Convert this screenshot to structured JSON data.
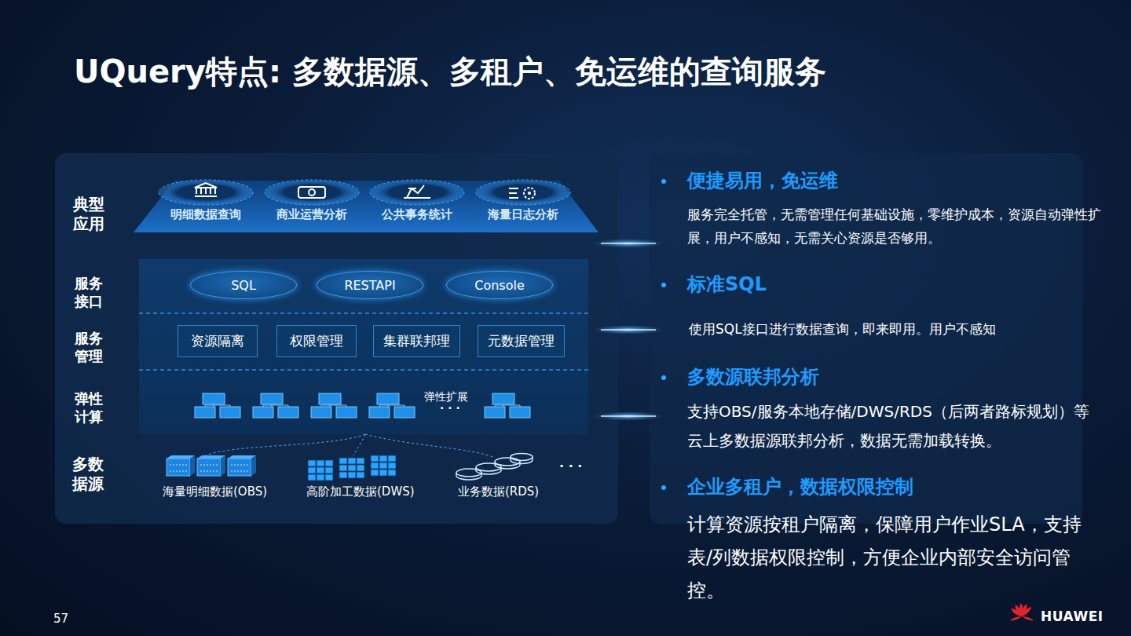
{
  "diagram": {
    "title": "UQuery特点: 多数据源、多租户、免运维的查询服务",
    "nodes": [
      {
        "text": [
          "明细数据查询"
        ]
      },
      {
        "text": [
          "商业运营分析"
        ]
      },
      {
        "text": [
          "公共事务统计"
        ]
      },
      {
        "text": [
          "海量日志分析"
        ]
      },
      {
        "text": [
          "SQL"
        ]
      },
      {
        "text": [
          "RESTAPI"
        ]
      },
      {
        "text": [
          "Console"
        ]
      },
      {
        "text": [
          "资源隔离"
        ]
      },
      {
        "text": [
          "权限管理"
        ]
      },
      {
        "text": [
          "集群联邦理"
        ]
      },
      {
        "text": [
          "元数据管理"
        ]
      }
    ],
    "labels": [
      "典型应用",
      "服务接口",
      "服务管理",
      "弹性计算",
      "多数据源",
      "弹性扩展",
      "· · ·",
      "海量明细数据(OBS)",
      "高阶加工数据(DWS)",
      "业务数据(RDS)",
      "· · ·",
      "便捷易用，免运维",
      "服务完全托管，无需管理任何基础设施，零维护成本，资源自动弹性扩展，用户不感知，无需关心资源是否够用。",
      "标准SQL",
      "使用SQL接口进行数据查询，即来即用。用户不感知",
      "多数源联邦分析",
      "支持OBS/服务本地存储/DWS/RDS（后两者路标规划）等云上多数据源联邦分析，数据无需加载转换。",
      "企业多租户，数据权限控制",
      "计算资源按租户隔离，保障用户作业SLA，支持表/列数据权限控制，方便企业内部安全访问管控。",
      "57",
      "HUAWEI"
    ]
  }
}
